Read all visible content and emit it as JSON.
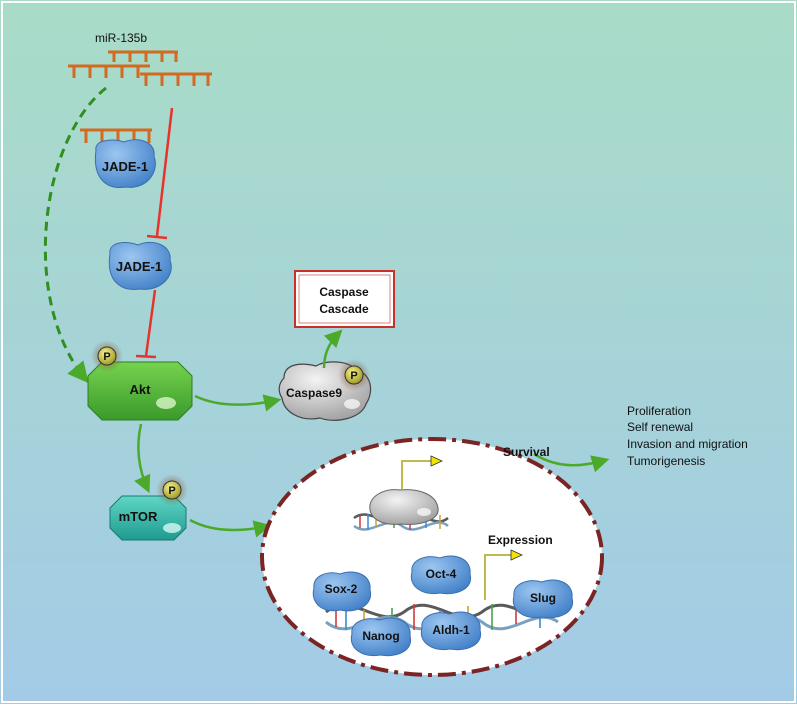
{
  "mirna_label": "miR-135b",
  "jade1_bound_label": "JADE-1",
  "jade1_free_label": "JADE-1",
  "akt_label": "Akt",
  "mtor_label": "mTOR",
  "caspase9_label": "Caspase9",
  "phospho_label": "P",
  "caspase_box": {
    "line1": "Caspase",
    "line2": "Cascade"
  },
  "survival_label": "Survival",
  "expression_label": "Expression",
  "outcomes": [
    "Proliferation",
    "Self renewal",
    "Invasion and migration",
    "Tumorigenesis"
  ],
  "factors": {
    "sox2": "Sox-2",
    "oct4": "Oct-4",
    "nanog": "Nanog",
    "aldh1": "Aldh-1",
    "slug": "Slug"
  },
  "colors": {
    "background_top": "#a8dcc8",
    "background_bottom": "#a3cbe6",
    "mirna": "#d46a22",
    "inhibition": "#e8332c",
    "activation": "#4caa2a",
    "akt": "#4fb33a",
    "mtor": "#2fb8a8",
    "protein_blue": "#5b95d6",
    "nucleus_border": "#7a2424",
    "caspase_border": "#c9302a"
  }
}
